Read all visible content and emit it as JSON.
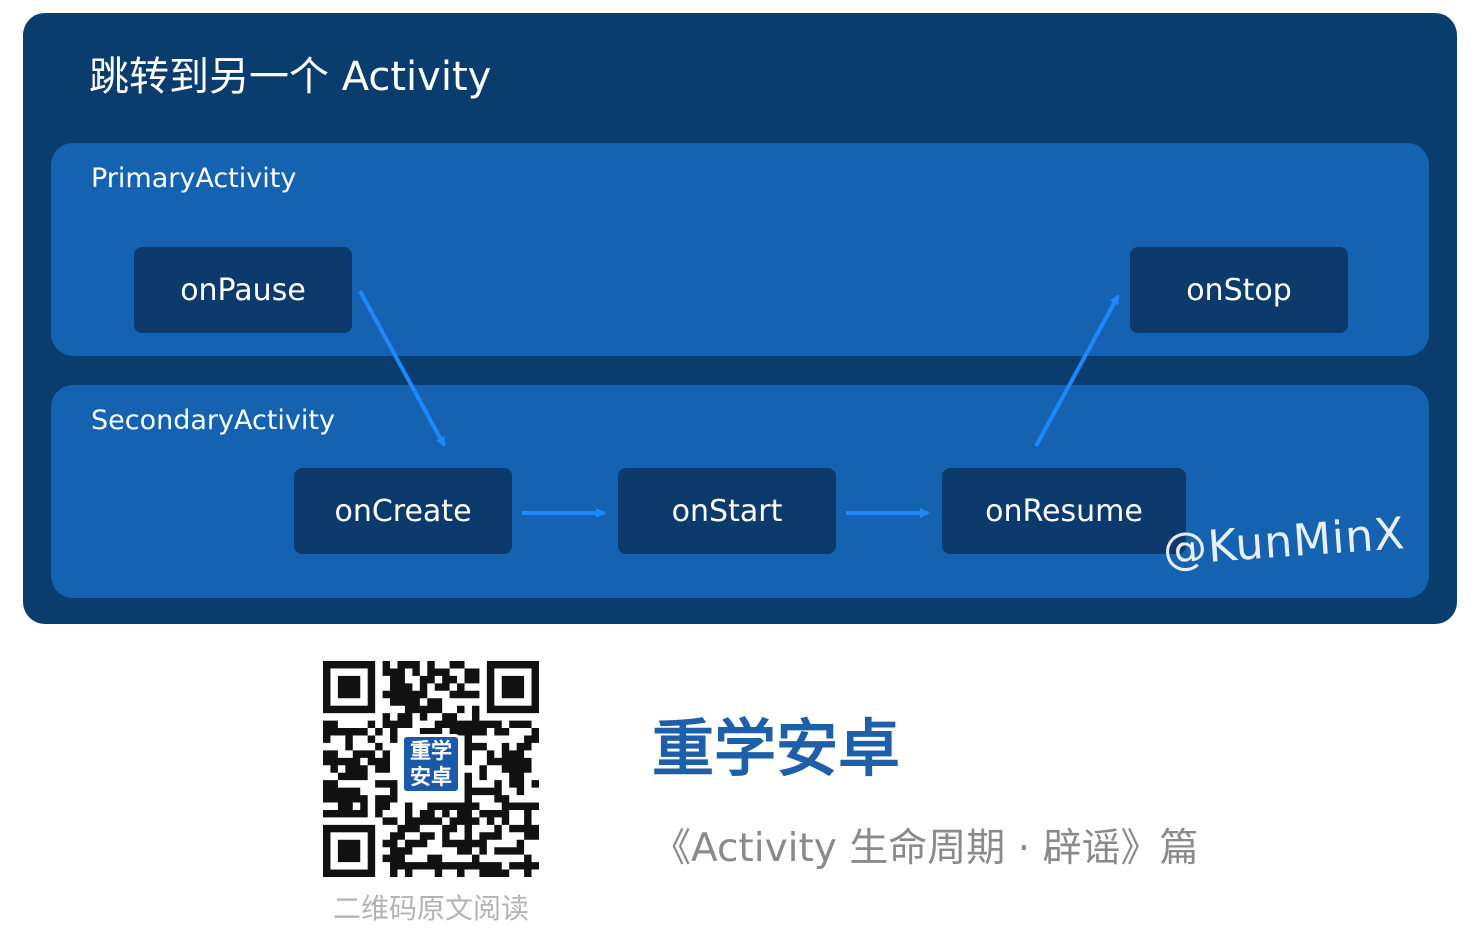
{
  "diagram": {
    "title": "跳转到另一个 Activity",
    "lanes": {
      "primary": {
        "label": "PrimaryActivity",
        "nodes": {
          "on_pause": "onPause",
          "on_stop": "onStop"
        }
      },
      "secondary": {
        "label": "SecondaryActivity",
        "nodes": {
          "on_create": "onCreate",
          "on_start": "onStart",
          "on_resume": "onResume"
        }
      }
    },
    "edges": [
      {
        "from": "onPause",
        "to": "onCreate"
      },
      {
        "from": "onCreate",
        "to": "onStart"
      },
      {
        "from": "onStart",
        "to": "onResume"
      },
      {
        "from": "onResume",
        "to": "onStop"
      }
    ],
    "watermark": "@KunMinX"
  },
  "footer": {
    "qr_badge": [
      "重学",
      "安卓"
    ],
    "qr_caption": "二维码原文阅读",
    "brand_title": "重学安卓",
    "brand_subtitle": "《Activity 生命周期 · 辟谣》篇"
  },
  "colors": {
    "outer_panel": "#0b3c6e",
    "lane": "#1563b0",
    "node": "#0d3a6c",
    "arrow": "#1e88ff",
    "brand": "#1d5fa8"
  },
  "icons": [
    "qr-code-icon"
  ]
}
